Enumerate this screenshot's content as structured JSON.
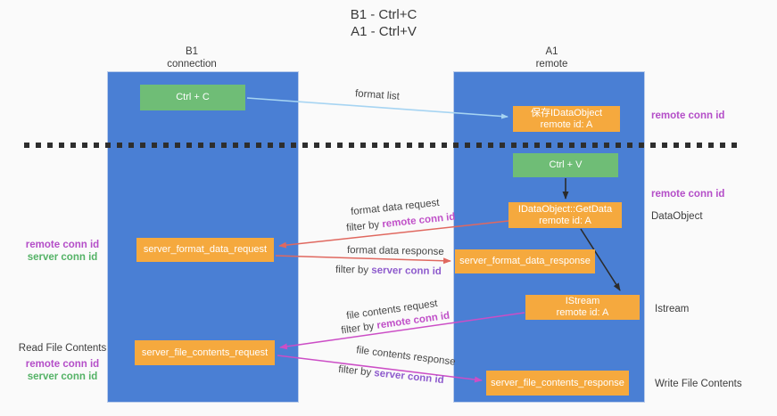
{
  "title": {
    "line1": "B1 - Ctrl+C",
    "line2": "A1 - Ctrl+V"
  },
  "lifelines": {
    "left": {
      "name": "B1",
      "role": "connection"
    },
    "right": {
      "name": "A1",
      "role": "remote"
    }
  },
  "nodes": {
    "ctrl_c": {
      "label": "Ctrl + C"
    },
    "save_idataobject": {
      "line1": "保存IDataObject",
      "line2": "remote id: A"
    },
    "ctrl_v": {
      "label": "Ctrl + V"
    },
    "getdata": {
      "line1": "IDataObject::GetData",
      "line2": "remote id: A"
    },
    "server_format_data_request": {
      "label": "server_format_data_request"
    },
    "server_format_data_response": {
      "label": "server_format_data_response"
    },
    "istream": {
      "line1": "IStream",
      "line2": "remote id: A"
    },
    "server_file_contents_request": {
      "label": "server_file_contents_request"
    },
    "server_file_contents_response": {
      "label": "server_file_contents_response"
    }
  },
  "edge_labels": {
    "format_list": "format list",
    "format_data_request": "format data request",
    "format_data_response": "format data response",
    "file_contents_request": "file contents request",
    "file_contents_response": "file contents response",
    "filter_by": "filter by ",
    "remote_conn_id": "remote conn id",
    "server_conn_id": "server conn id"
  },
  "annotations": {
    "remote_conn_id": "remote conn id",
    "server_conn_id": "server conn id",
    "read_file_contents": "Read File Contents",
    "write_file_contents": "Write File Contents",
    "dataobject": "DataObject",
    "istream": "Istream"
  },
  "colors": {
    "lifeline_blue": "#4A7FD4",
    "node_orange": "#F5A93E",
    "node_green": "#6FBD76",
    "arrow_light_blue": "#A6D4F2",
    "arrow_red": "#E0685F",
    "arrow_magenta": "#CC4EC6",
    "arrow_black": "#2B2B2B",
    "text_magenta": "#B44EC8",
    "text_purple": "#8E5BCD",
    "text_green": "#54B266",
    "text_dark": "#3C3C3C",
    "background": "#FAFAFA"
  }
}
